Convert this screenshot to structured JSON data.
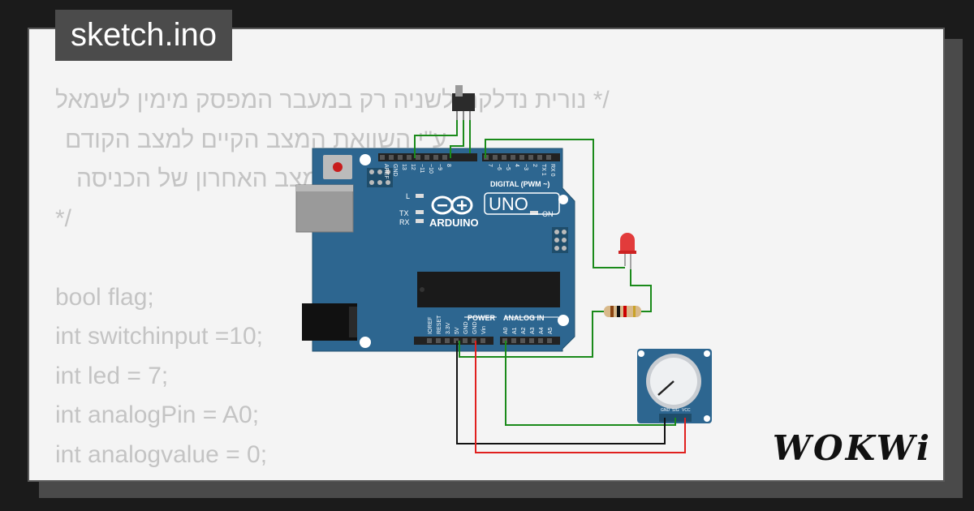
{
  "file_tab": {
    "label": "sketch.ino"
  },
  "code_lines": [
    "/* נורית נדלקת לשניה רק במעבר המפסק מימין לשמאל",
    "ע\"י השוואת המצב הקיים למצב הקודם",
    "מצב האחרון של הכניסה",
    "*/",
    "",
    "bool flag;",
    "int switchinput =10;",
    "int led = 7;",
    "int analogPin = A0;",
    "int analogvalue = 0;"
  ],
  "board": {
    "brand": "ARDUINO",
    "model": "UNO",
    "digital_label": "DIGITAL (PWM ~)",
    "power_label": "POWER",
    "analog_label": "ANALOG IN",
    "top_pins": [
      "AREF",
      "GND",
      "13",
      "12",
      "~11",
      "~10",
      "~9",
      "8",
      "7",
      "~6",
      "~5",
      "4",
      "~3",
      "2",
      "TX 1",
      "RX 0"
    ],
    "bottom_power_pins": [
      "IOREF",
      "RESET",
      "3.3V",
      "5V",
      "GND",
      "GND",
      "Vin"
    ],
    "bottom_analog_pins": [
      "A0",
      "A1",
      "A2",
      "A3",
      "A4",
      "A5"
    ],
    "led_labels": [
      "L",
      "TX",
      "RX",
      "ON"
    ],
    "pcb_color": "#2d6690"
  },
  "potentiometer": {
    "pins": [
      "GND",
      "SIG",
      "VCC"
    ]
  },
  "wires": {
    "green": "#1a8a1a",
    "red": "#e0201e",
    "black": "#111111"
  },
  "brand_logo": "WOKWi"
}
